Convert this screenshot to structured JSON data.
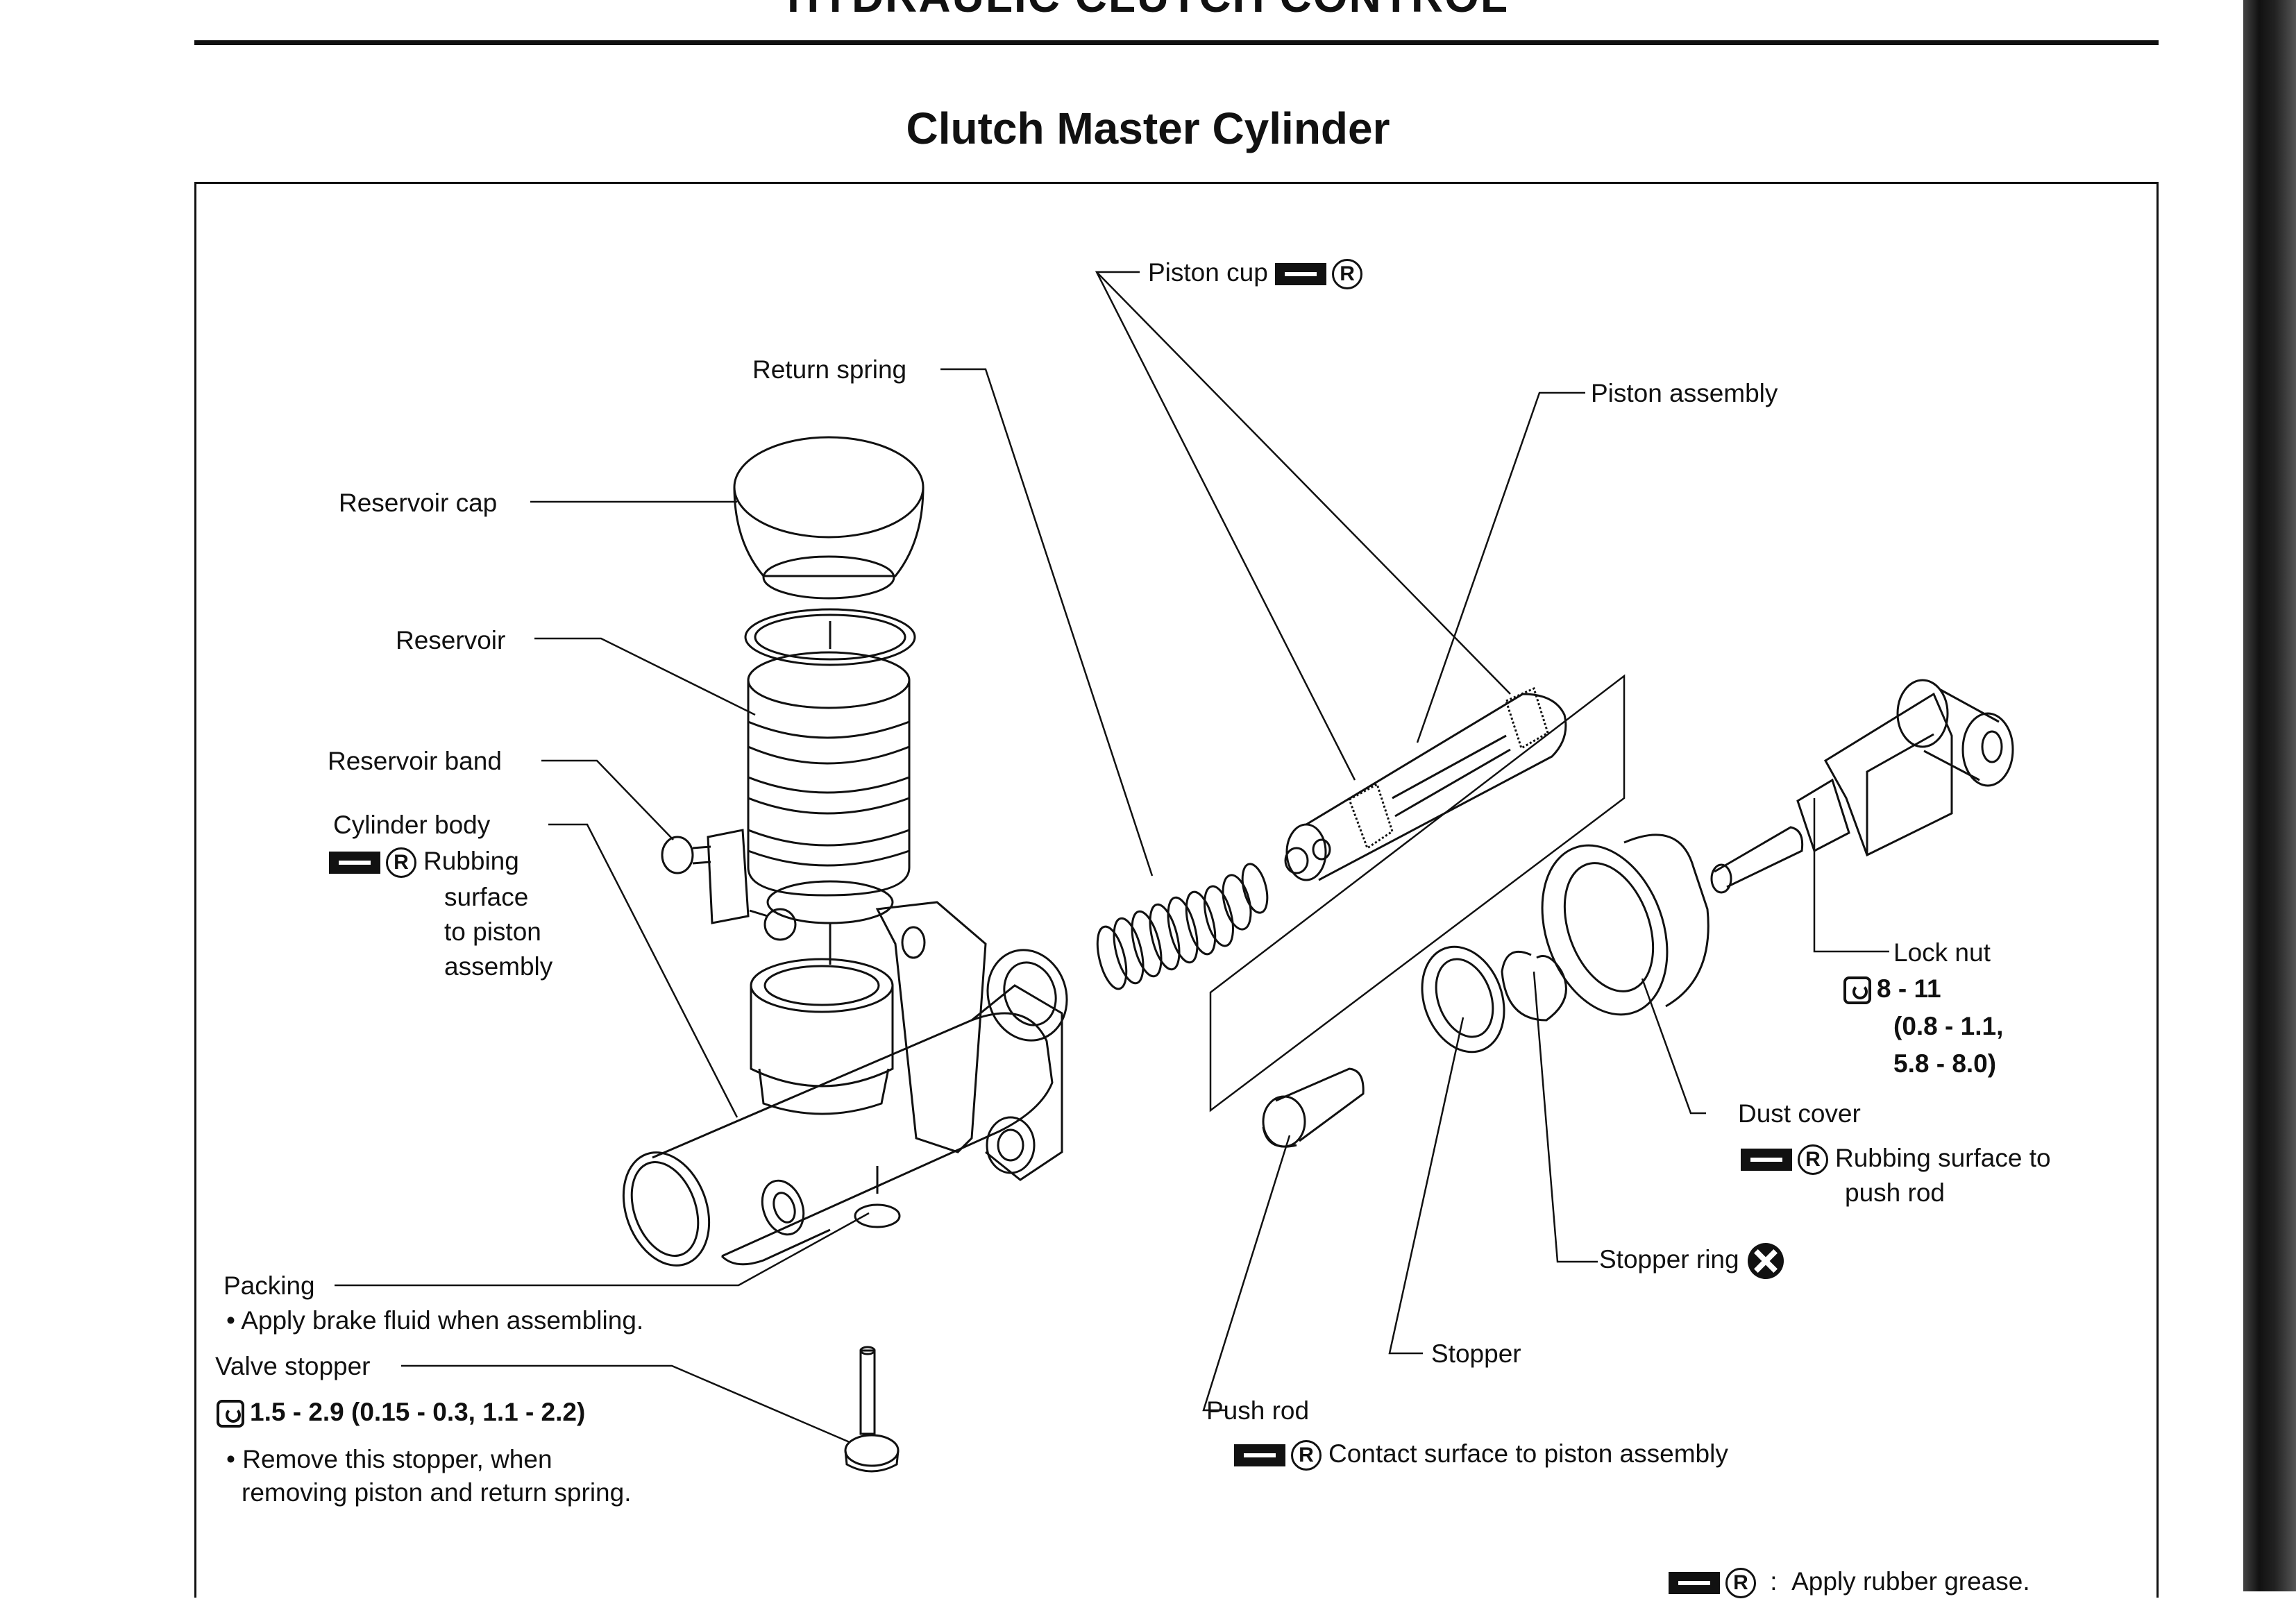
{
  "header": {
    "section_title": "HYDRAULIC CLUTCH CONTROL",
    "page_title": "Clutch Master Cylinder"
  },
  "labels": {
    "piston_cup": "Piston cup",
    "return_spring": "Return spring",
    "piston_assembly": "Piston assembly",
    "reservoir_cap": "Reservoir cap",
    "reservoir": "Reservoir",
    "reservoir_band": "Reservoir band",
    "cylinder_body": "Cylinder body",
    "cylinder_body_note_1": "Rubbing",
    "cylinder_body_note_2": "surface",
    "cylinder_body_note_3": "to piston",
    "cylinder_body_note_4": "assembly",
    "lock_nut": "Lock nut",
    "lock_nut_torque_1": "8 - 11",
    "lock_nut_torque_2": "(0.8 - 1.1,",
    "lock_nut_torque_3": "5.8 - 8.0)",
    "dust_cover": "Dust cover",
    "dust_cover_note_1": "Rubbing surface to",
    "dust_cover_note_2": "push rod",
    "stopper_ring": "Stopper ring",
    "stopper": "Stopper",
    "push_rod": "Push rod",
    "push_rod_note": "Contact surface to piston assembly",
    "packing": "Packing",
    "packing_note": "• Apply brake fluid when assembling.",
    "valve_stopper": "Valve stopper",
    "valve_stopper_torque": "1.5 - 2.9 (0.15 - 0.3, 1.1 - 2.2)",
    "valve_stopper_note_1": "• Remove this stopper, when",
    "valve_stopper_note_2": "removing piston and return spring.",
    "legend_text": "Apply rubber grease."
  },
  "symbols": {
    "grease": "grease-icon",
    "replace": "R",
    "torque": "torque-icon",
    "no_reuse": "x-circle-icon"
  }
}
